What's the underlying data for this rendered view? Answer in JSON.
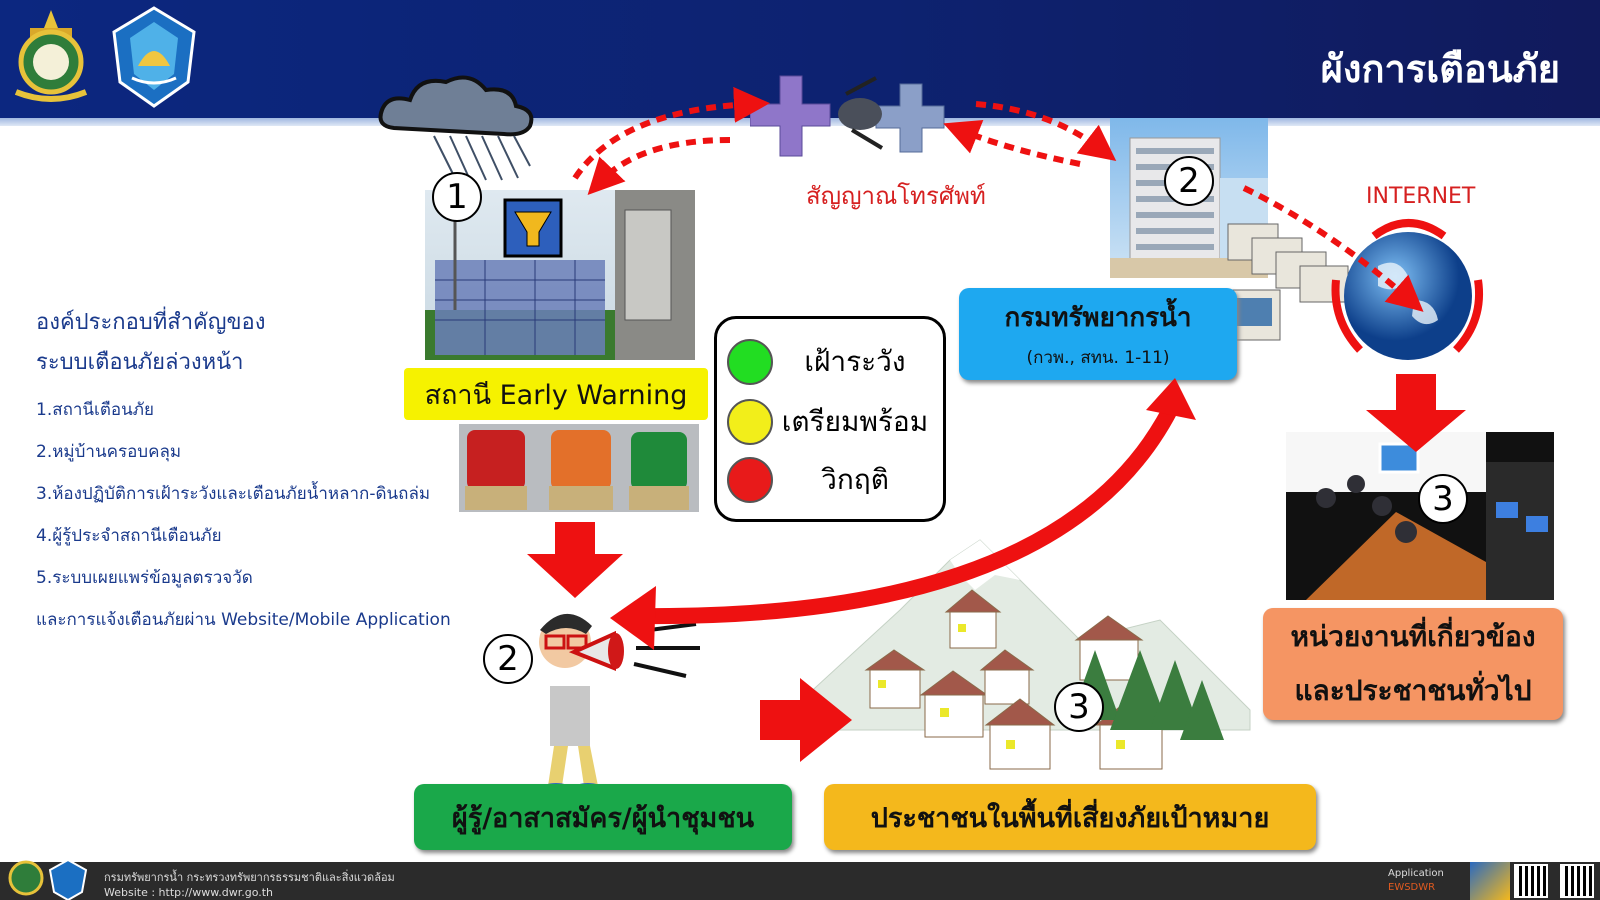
{
  "header": {
    "title": "ผังการเตือนภัย"
  },
  "components": {
    "heading_line1": "องค์ประกอบที่สำคัญของ",
    "heading_line2": "ระบบเตือนภัยล่วงหน้า",
    "items": [
      "1.สถานีเตือนภัย",
      "2.หมู่บ้านครอบคลุม",
      "3.ห้องปฏิบัติการเฝ้าระวังและเตือนภัยน้ำหลาก-ดินถล่ม",
      "4.ผู้รู้ประจำสถานีเตือนภัย",
      "5.ระบบเผยแพร่ข้อมูลตรวจวัด",
      "และการแจ้งเตือนภัยผ่าน Website/Mobile Application"
    ]
  },
  "labels": {
    "station": "สถานี Early Warning",
    "phone_signal": "สัญญาณโทรศัพท์",
    "internet": "INTERNET",
    "dept_name": "กรมทรัพยากรน้ำ",
    "dept_sub": "(กวพ., สทน. 1-11)",
    "agencies_line1": "หน่วยงานที่เกี่ยวข้อง",
    "agencies_line2": "และประชาชนทั่วไป",
    "volunteer": "ผู้รู้/อาสาสมัคร/ผู้นำชุมชน",
    "people": "ประชาชนในพื้นที่เสี่ยงภัยเป้าหมาย"
  },
  "numbers": {
    "station": "1",
    "dept": "2",
    "volunteer": "2",
    "village": "3",
    "agencies": "3"
  },
  "legend": [
    {
      "label": "เฝ้าระวัง",
      "color": "#22dd22"
    },
    {
      "label": "เตรียมพร้อม",
      "color": "#f2ee1a"
    },
    {
      "label": "วิกฤติ",
      "color": "#e81a1a"
    }
  ],
  "colors": {
    "station_box": "#f6f200",
    "dept_box": "#1ea8f0",
    "agencies_box": "#f59563",
    "volunteer_box": "#1aa84a",
    "people_box": "#f4b81c",
    "arrow_red": "#ee1111"
  },
  "footer": {
    "line1": "กรมทรัพยากรน้ำ กระทรวงทรัพยากรธรรมชาติและสิ่งแวดล้อม",
    "line2": "Website : http://www.dwr.go.th",
    "app_label": "Application",
    "app_name": "EWSDWR"
  }
}
